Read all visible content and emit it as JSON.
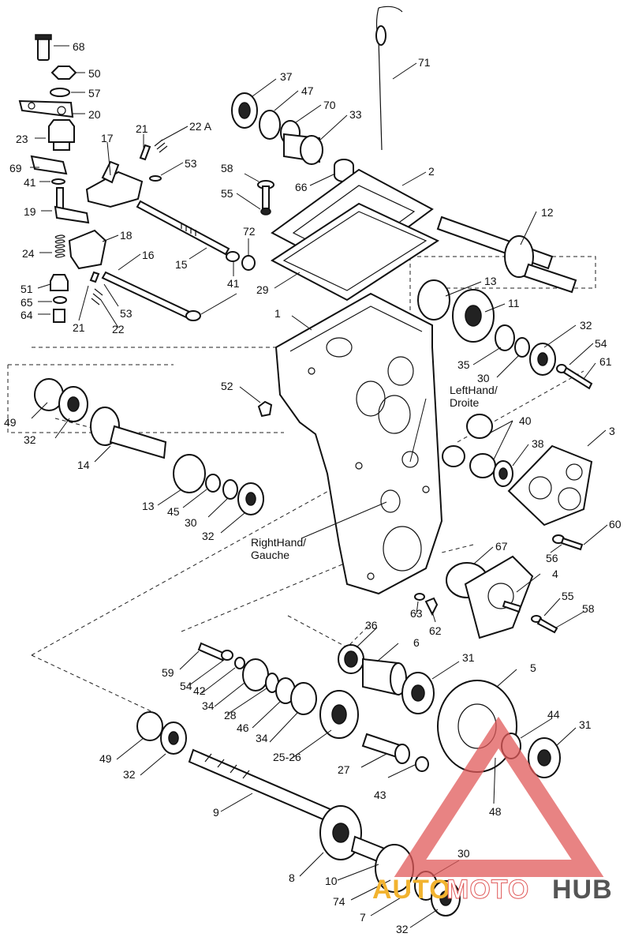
{
  "labels": {
    "p68": "68",
    "p50": "50",
    "p57": "57",
    "p20": "20",
    "p23": "23",
    "p69": "69",
    "p41a": "41",
    "p19": "19",
    "p24": "24",
    "p51": "51",
    "p65": "65",
    "p64": "64",
    "p17": "17",
    "p21a": "21",
    "p22a": "22 A",
    "p53a": "53",
    "p18": "18",
    "p16": "16",
    "p15": "15",
    "p21b": "21",
    "p53b": "53",
    "p22": "22",
    "p41b": "41",
    "p72": "72",
    "p58a": "58",
    "p55a": "55",
    "p37": "37",
    "p47": "47",
    "p70": "70",
    "p33": "33",
    "p66": "66",
    "p2": "2",
    "p29": "29",
    "p71": "71",
    "p12": "12",
    "p13a": "13",
    "p11": "11",
    "p32a": "32",
    "p54a": "54",
    "p61": "61",
    "p35": "35",
    "p30a": "30",
    "p1": "1",
    "p52": "52",
    "p40": "40",
    "p38": "38",
    "p3": "3",
    "p60": "60",
    "p56": "56",
    "p49a": "49",
    "p32b": "32",
    "p14": "14",
    "p13b": "13",
    "p45": "45",
    "p30b": "30",
    "p32c": "32",
    "p67": "67",
    "p4": "4",
    "p55b": "55",
    "p58b": "58",
    "p63": "63",
    "p62": "62",
    "p36": "36",
    "p6": "6",
    "p31a": "31",
    "p5": "5",
    "p59": "59",
    "p54b": "54",
    "p42": "42",
    "p34a": "34",
    "p28": "28",
    "p46": "46",
    "p34b": "34",
    "p25_26": "25-26",
    "p44": "44",
    "p31b": "31",
    "p27": "27",
    "p43": "43",
    "p48": "48",
    "p49b": "49",
    "p32d": "32",
    "p9": "9",
    "p8": "8",
    "p10": "10",
    "p30c": "30",
    "p74": "74",
    "p7": "7",
    "p32e": "32"
  },
  "notes": {
    "left_hand_line1": "LeftHand/",
    "left_hand_line2": "Droite",
    "right_hand_line1": "RightHand/",
    "right_hand_line2": "Gauche"
  },
  "watermark": {
    "text_auto": "AUTO",
    "text_moto": "MOTO",
    "text_hub": "HUB",
    "color_triangle": "#e05a5a",
    "color_auto": "#f2b32f",
    "color_moto": "#ffffff",
    "color_hub": "#555555"
  }
}
